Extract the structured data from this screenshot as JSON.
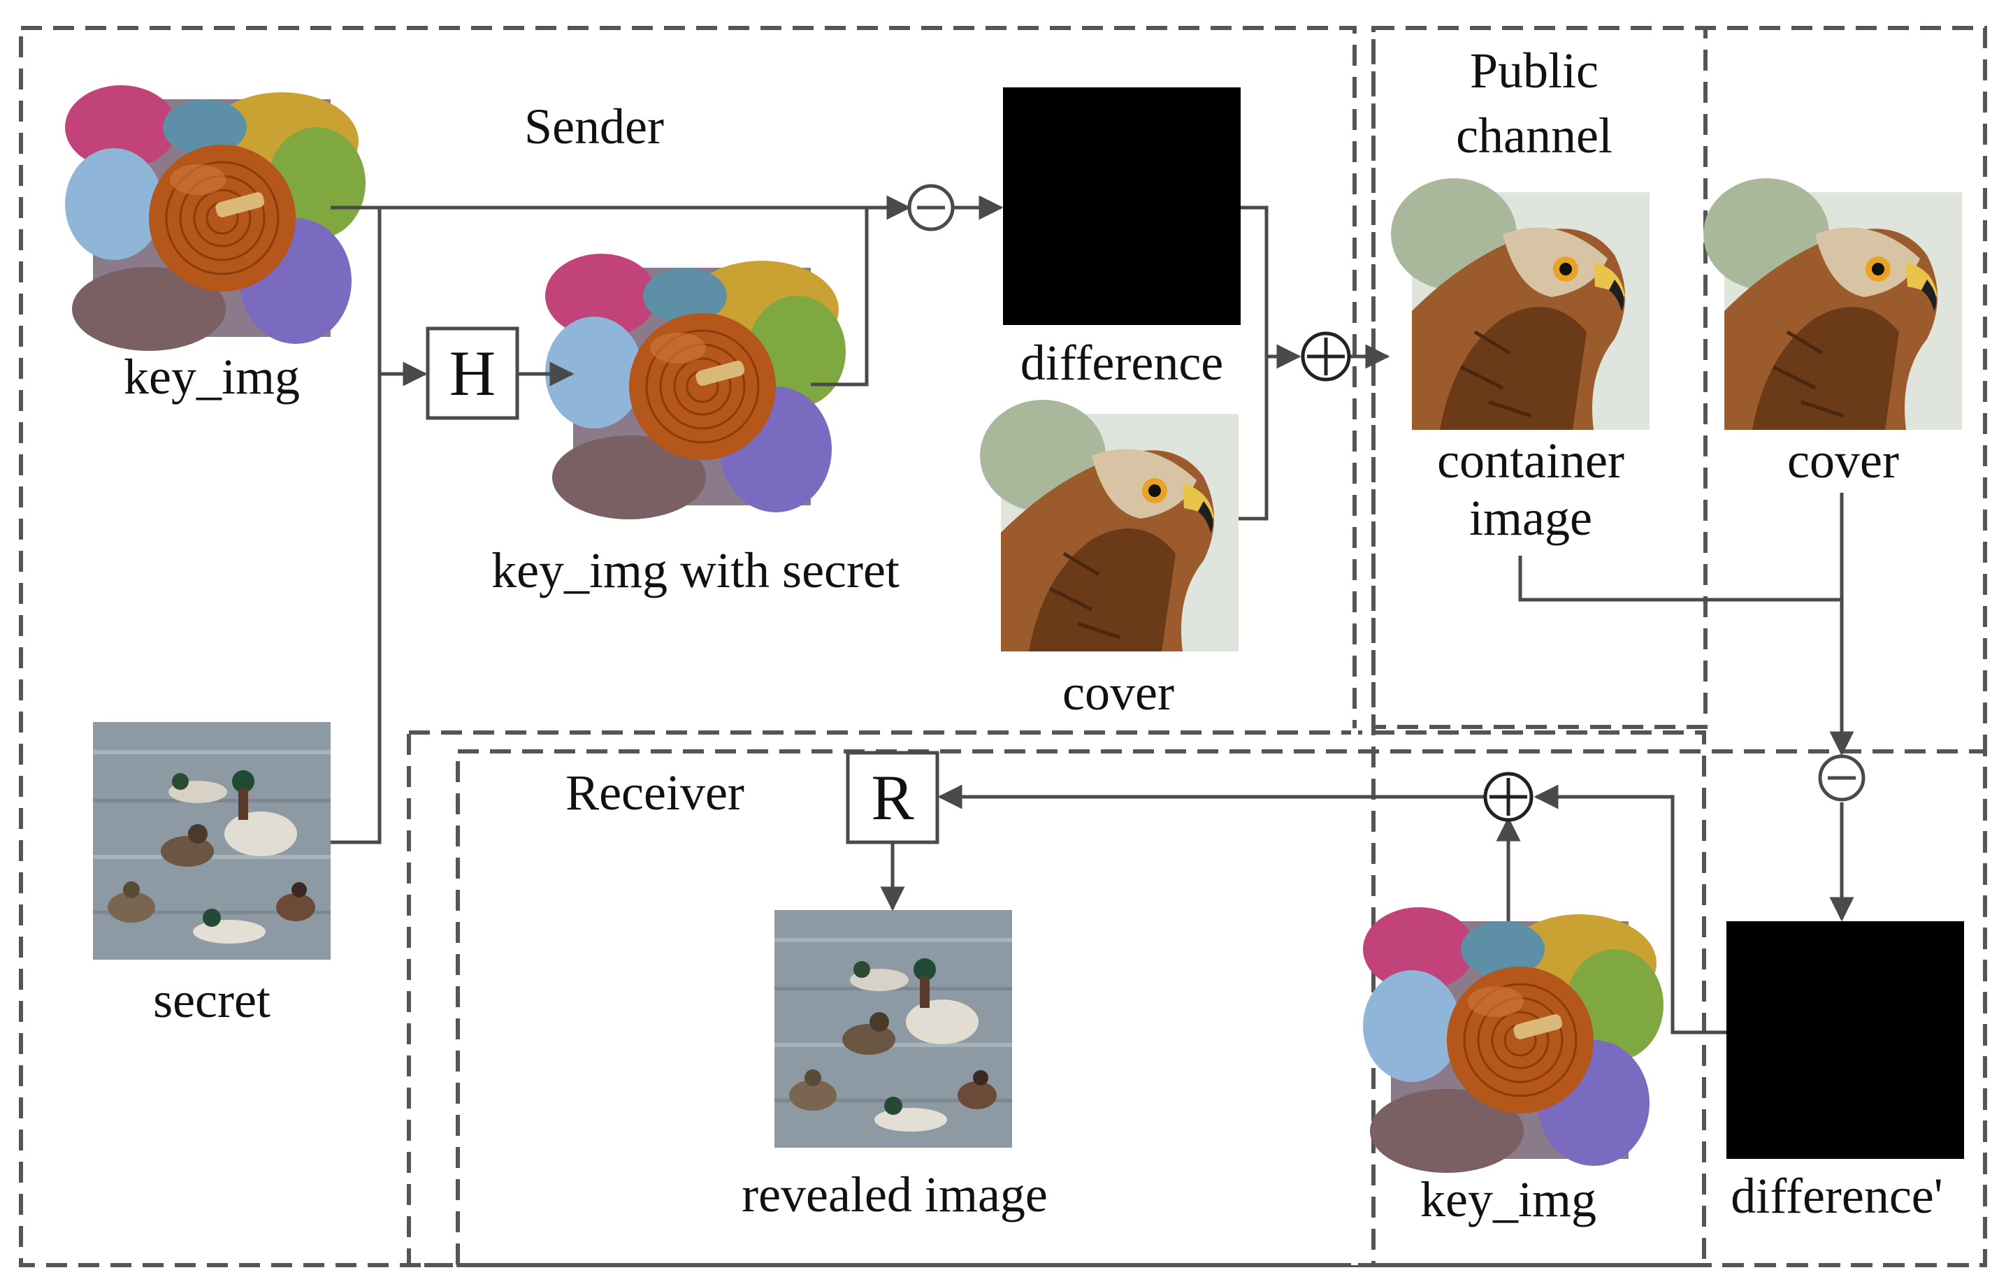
{
  "sections": {
    "sender": "Sender",
    "public_channel": [
      "Public",
      "channel"
    ],
    "receiver": "Receiver"
  },
  "operators": {
    "hide_network": "H",
    "reveal_network": "R"
  },
  "images": {
    "key_img_top": "key_img",
    "secret": "secret",
    "key_img_with_secret": "key_img with secret",
    "difference": "difference",
    "cover_sender": "cover",
    "container_image": [
      "container",
      "image"
    ],
    "cover_public": "cover",
    "revealed_image": "revealed image",
    "key_img_receiver": "key_img",
    "difference_prime": "difference'"
  },
  "colors": {
    "line": "#4a4a4a",
    "dash": "#555555",
    "difference_fill": "#000000"
  },
  "icons": {
    "subtract": "circled-minus-icon",
    "add": "circled-plus-icon",
    "key_img": "wooden-spinning-top-on-yarn",
    "secret": "ducks-in-water",
    "cover": "hawk-portrait"
  }
}
